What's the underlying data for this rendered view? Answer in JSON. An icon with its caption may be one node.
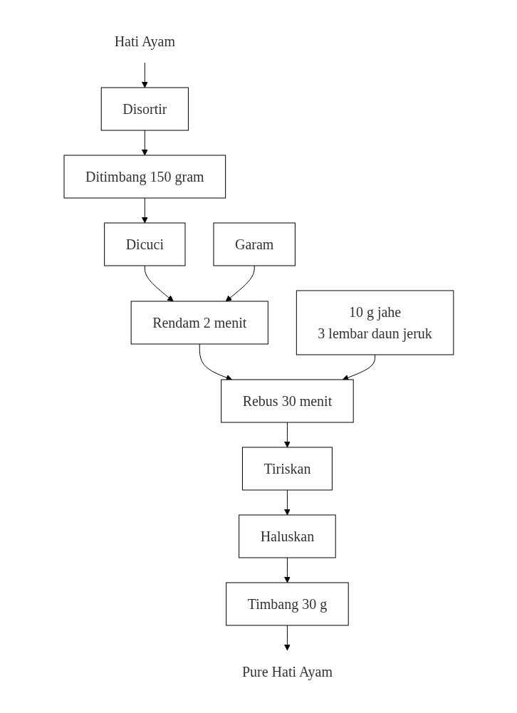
{
  "diagram": {
    "nodes": [
      {
        "text": [
          "Hati Ayam"
        ]
      },
      {
        "text": [
          "Disortir"
        ]
      },
      {
        "text": [
          "Ditimbang 150 gram"
        ]
      },
      {
        "text": [
          "Dicuci"
        ]
      },
      {
        "text": [
          "Garam"
        ]
      },
      {
        "text": [
          "Rendam 2 menit"
        ]
      },
      {
        "text": [
          "10 g jahe",
          "3 lembar daun jeruk"
        ]
      },
      {
        "text": [
          "Rebus 30 menit"
        ]
      },
      {
        "text": [
          "Tiriskan"
        ]
      },
      {
        "text": [
          "Haluskan"
        ]
      },
      {
        "text": [
          "Timbang 30 g"
        ]
      },
      {
        "text": [
          "Pure Hati Ayam"
        ]
      }
    ],
    "edges": [
      {
        "from": 0,
        "to": 1,
        "arrow": "to"
      },
      {
        "from": 1,
        "to": 2,
        "arrow": "to"
      },
      {
        "from": 2,
        "to": 3,
        "arrow": "to"
      },
      {
        "from": 3,
        "to": 5,
        "arrow": "to"
      },
      {
        "from": 4,
        "to": 5,
        "arrow": "to"
      },
      {
        "from": 5,
        "to": 7,
        "arrow": "to"
      },
      {
        "from": 6,
        "to": 7,
        "arrow": "to"
      },
      {
        "from": 7,
        "to": 8,
        "arrow": "to"
      },
      {
        "from": 8,
        "to": 9,
        "arrow": "to"
      },
      {
        "from": 9,
        "to": 10,
        "arrow": "to"
      },
      {
        "from": 10,
        "to": 11,
        "arrow": "to"
      }
    ]
  }
}
